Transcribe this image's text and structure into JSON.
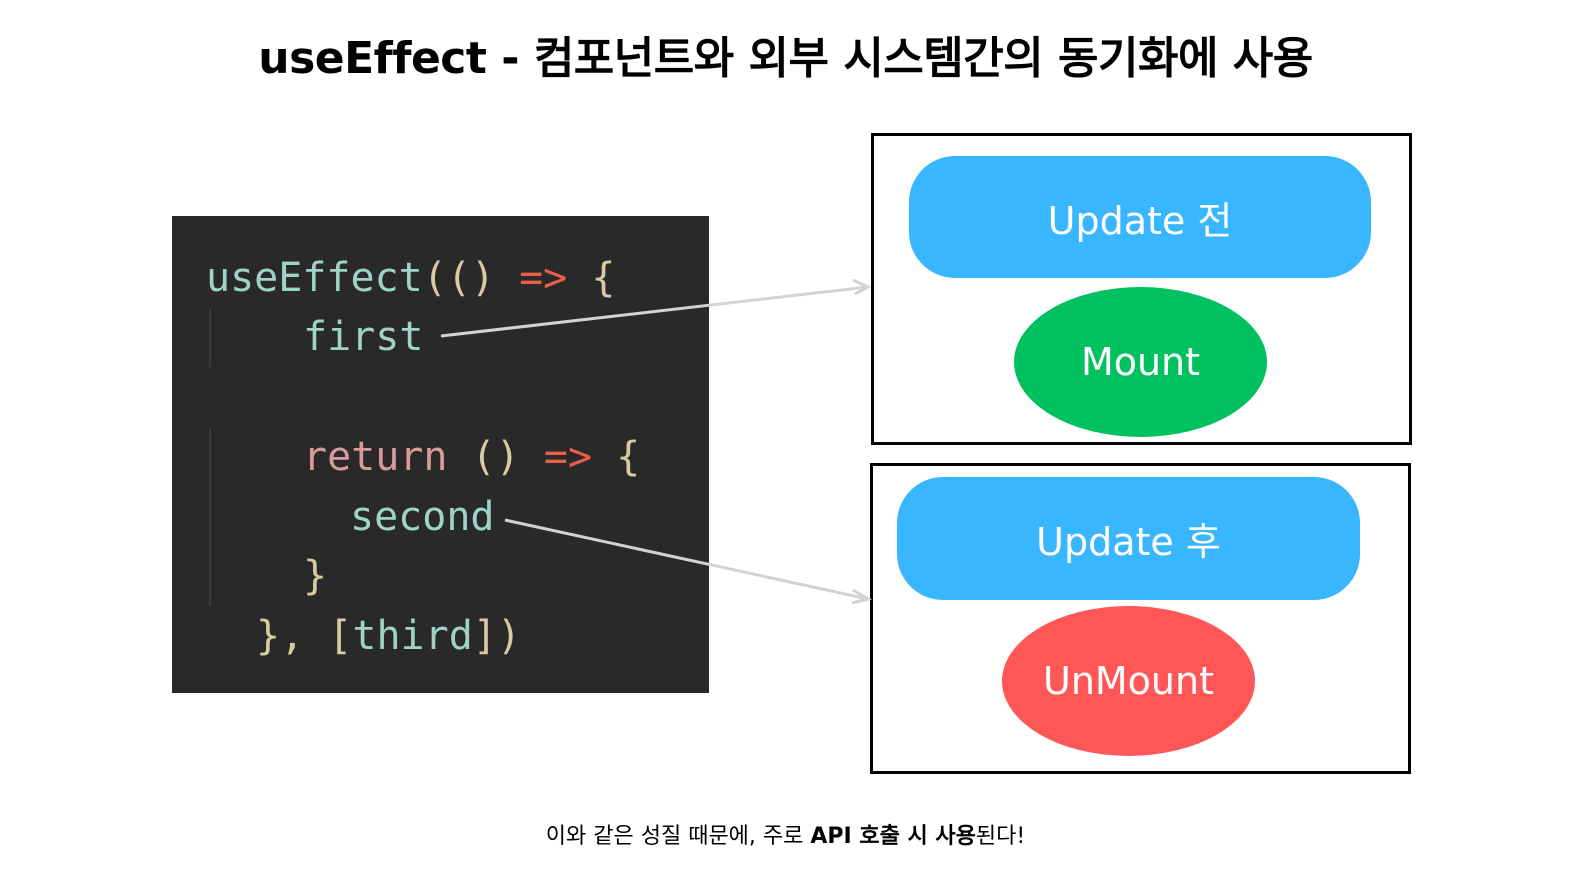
{
  "title": "useEffect - 컴포넌트와 외부 시스템간의 동기화에 사용",
  "code": {
    "line1": {
      "fn": "useEffect",
      "paren": "(()",
      "arrow": "=>",
      "brace": "{"
    },
    "line2": {
      "text": "first"
    },
    "line3": {
      "kw": "return",
      "paren": "()",
      "arrow": "=>",
      "brace": "{"
    },
    "line4": {
      "text": "second"
    },
    "line5": {
      "brace": "}"
    },
    "line6": {
      "close": "},",
      "bracket_open": "[",
      "dep": "third",
      "bracket_close": "])"
    }
  },
  "diagram": {
    "top_box": {
      "pill_label": "Update 전",
      "ellipse_label": "Mount",
      "ellipse_color": "#00c060"
    },
    "bottom_box": {
      "pill_label": "Update 후",
      "ellipse_label": "UnMount",
      "ellipse_color": "#ff5757"
    },
    "pill_color": "#38b6ff"
  },
  "caption": {
    "part1": "이와 같은 성질 때문에, 주로 ",
    "bold1": "API 호출 시 사용",
    "part2": "된다!"
  }
}
